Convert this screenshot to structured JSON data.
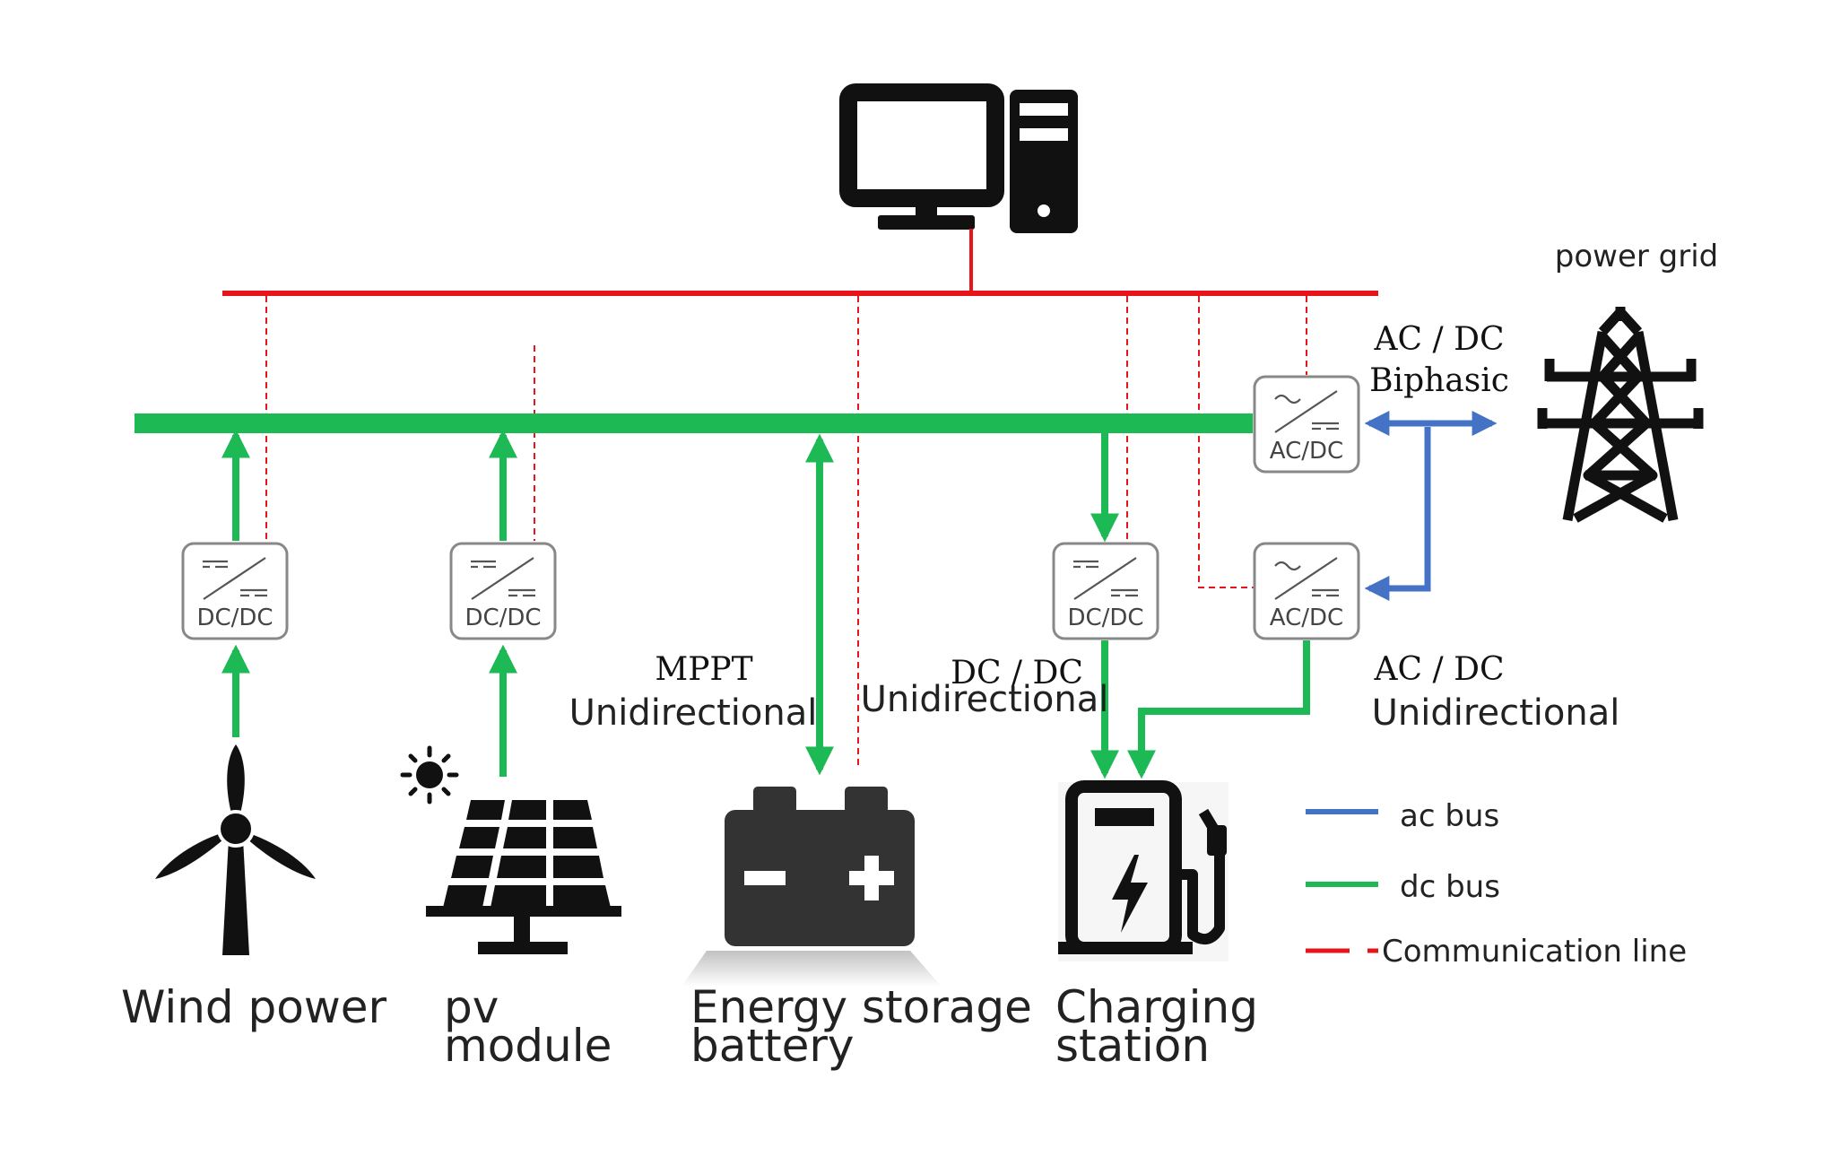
{
  "conv_label_dcdc": "DC/DC",
  "conv_label_acdc": "AC/DC",
  "labels": {
    "power_grid": "power grid",
    "acdc_biphasic_line1": "AC / DC",
    "acdc_biphasic_line2": "Biphasic",
    "mppt_line1": "MPPT",
    "mppt_line2": "Unidirectional",
    "dcdc_line1": "DC / DC",
    "dcdc_line2": "Unidirectional",
    "acdc_uni_line1": "AC / DC",
    "acdc_uni_line2": "Unidirectional"
  },
  "sources": {
    "wind": "Wind power",
    "pv_line1": "pv",
    "pv_line2": "module",
    "battery_line1": "Energy storage",
    "battery_line2": "battery",
    "charging_line1": "Charging",
    "charging_line2": "station"
  },
  "legend": {
    "ac_bus": "ac bus",
    "dc_bus": "dc bus",
    "comm_line": "Communication line"
  },
  "colors": {
    "dc_bus": "#1db954",
    "ac_bus": "#4472c4",
    "comm_line": "#e8141b",
    "icon": "#111111",
    "battery": "#333333"
  }
}
